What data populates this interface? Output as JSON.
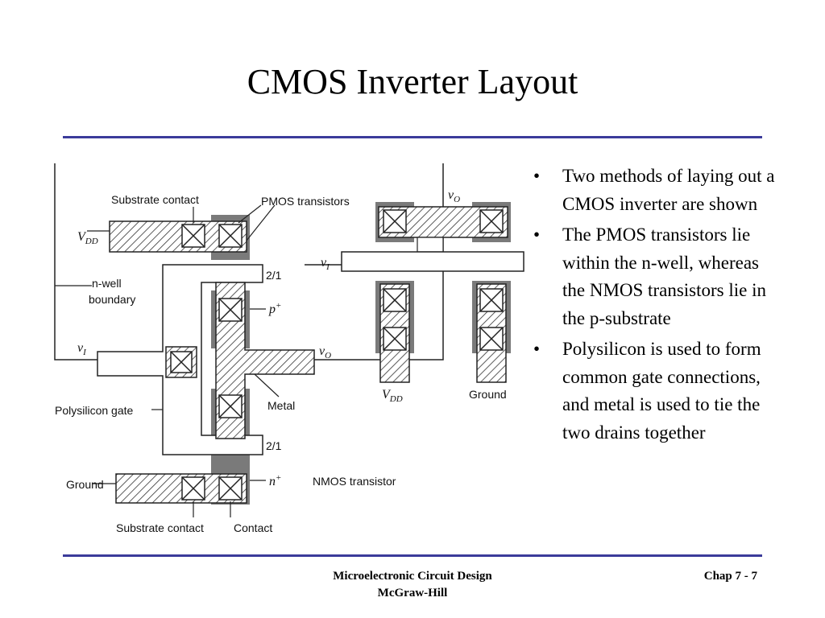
{
  "slide": {
    "title": "CMOS Inverter Layout",
    "bullets": [
      "Two methods of laying out a CMOS inverter are shown",
      "The PMOS transistors lie within the n-well, whereas the NMOS transistors lie in the p-substrate",
      "Polysilicon is used to form common gate connections, and metal is used to tie the two drains together"
    ]
  },
  "figure": {
    "labels": {
      "substrate_contact_top": "Substrate contact",
      "pmos_transistors": "PMOS transistors",
      "vdd_left": "V",
      "vdd_left_sub": "DD",
      "nwell_boundary_1": "n-well",
      "nwell_boundary_2": "boundary",
      "ratio_top": "2/1",
      "p_plus": "p",
      "p_plus_sup": "+",
      "vi_left": "v",
      "vi_left_sub": "I",
      "vo_left": "v",
      "vo_left_sub": "O",
      "polysilicon_gate": "Polysilicon gate",
      "metal": "Metal",
      "ratio_bottom": "2/1",
      "ground_left": "Ground",
      "n_plus": "n",
      "n_plus_sup": "+",
      "nmos_transistor": "NMOS transistor",
      "substrate_contact_bottom": "Substrate contact",
      "contact": "Contact",
      "vo_right": "v",
      "vo_right_sub": "O",
      "vi_right": "v",
      "vi_right_sub": "I",
      "vdd_right": "V",
      "vdd_right_sub": "DD",
      "ground_right": "Ground"
    }
  },
  "footer": {
    "course": "Microelectronic Circuit Design",
    "publisher": "McGraw-Hill",
    "page": "Chap 7 - 7"
  },
  "colors": {
    "rule": "#3b3b9a",
    "well_gray": "#7a7a7a"
  }
}
